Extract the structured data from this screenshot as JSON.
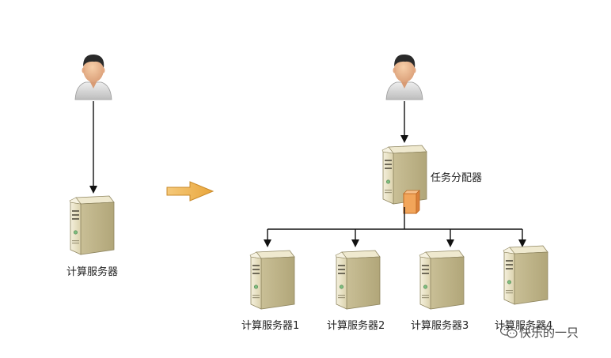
{
  "left": {
    "server_label": "计算服务器"
  },
  "right": {
    "dispatcher_label": "任务分配器",
    "server_labels": [
      "计算服务器1",
      "计算服务器2",
      "计算服务器3",
      "计算服务器4"
    ]
  },
  "watermark": {
    "text": "快乐的一只",
    "icon": "wechat-icon"
  },
  "colors": {
    "arrow": "#e9a63c",
    "server_body": "#ded6b4",
    "line": "#111111"
  }
}
